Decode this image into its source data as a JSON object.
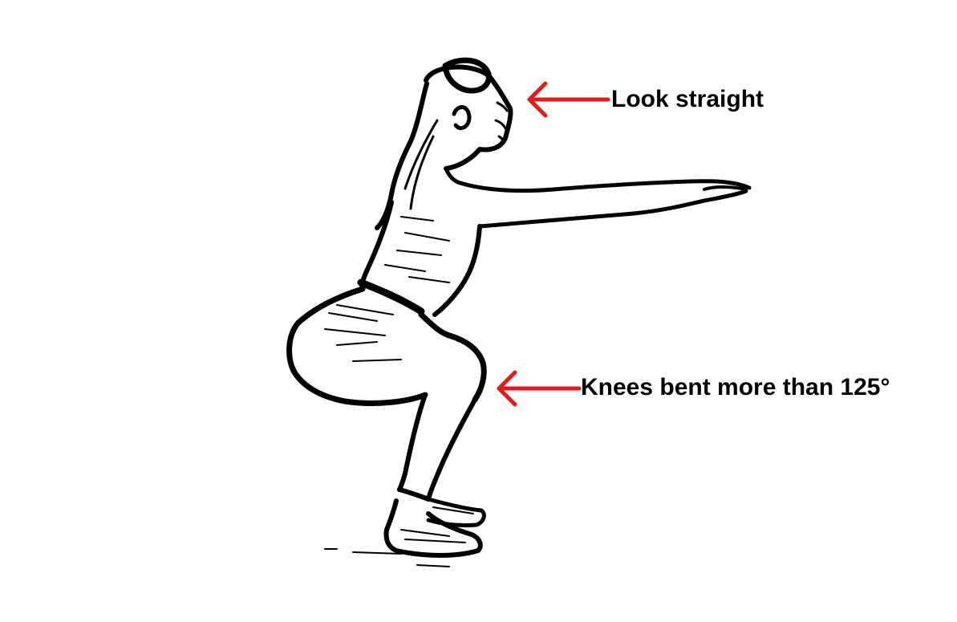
{
  "illustration": {
    "subject": "squat-figure",
    "ink_color": "#000000",
    "background_color": "#ffffff"
  },
  "annotations": [
    {
      "text": "Look straight",
      "arrow_color": "#e31b1b",
      "target": "head"
    },
    {
      "text": "Knees bent more than 125°",
      "arrow_color": "#e31b1b",
      "target": "knee"
    }
  ]
}
